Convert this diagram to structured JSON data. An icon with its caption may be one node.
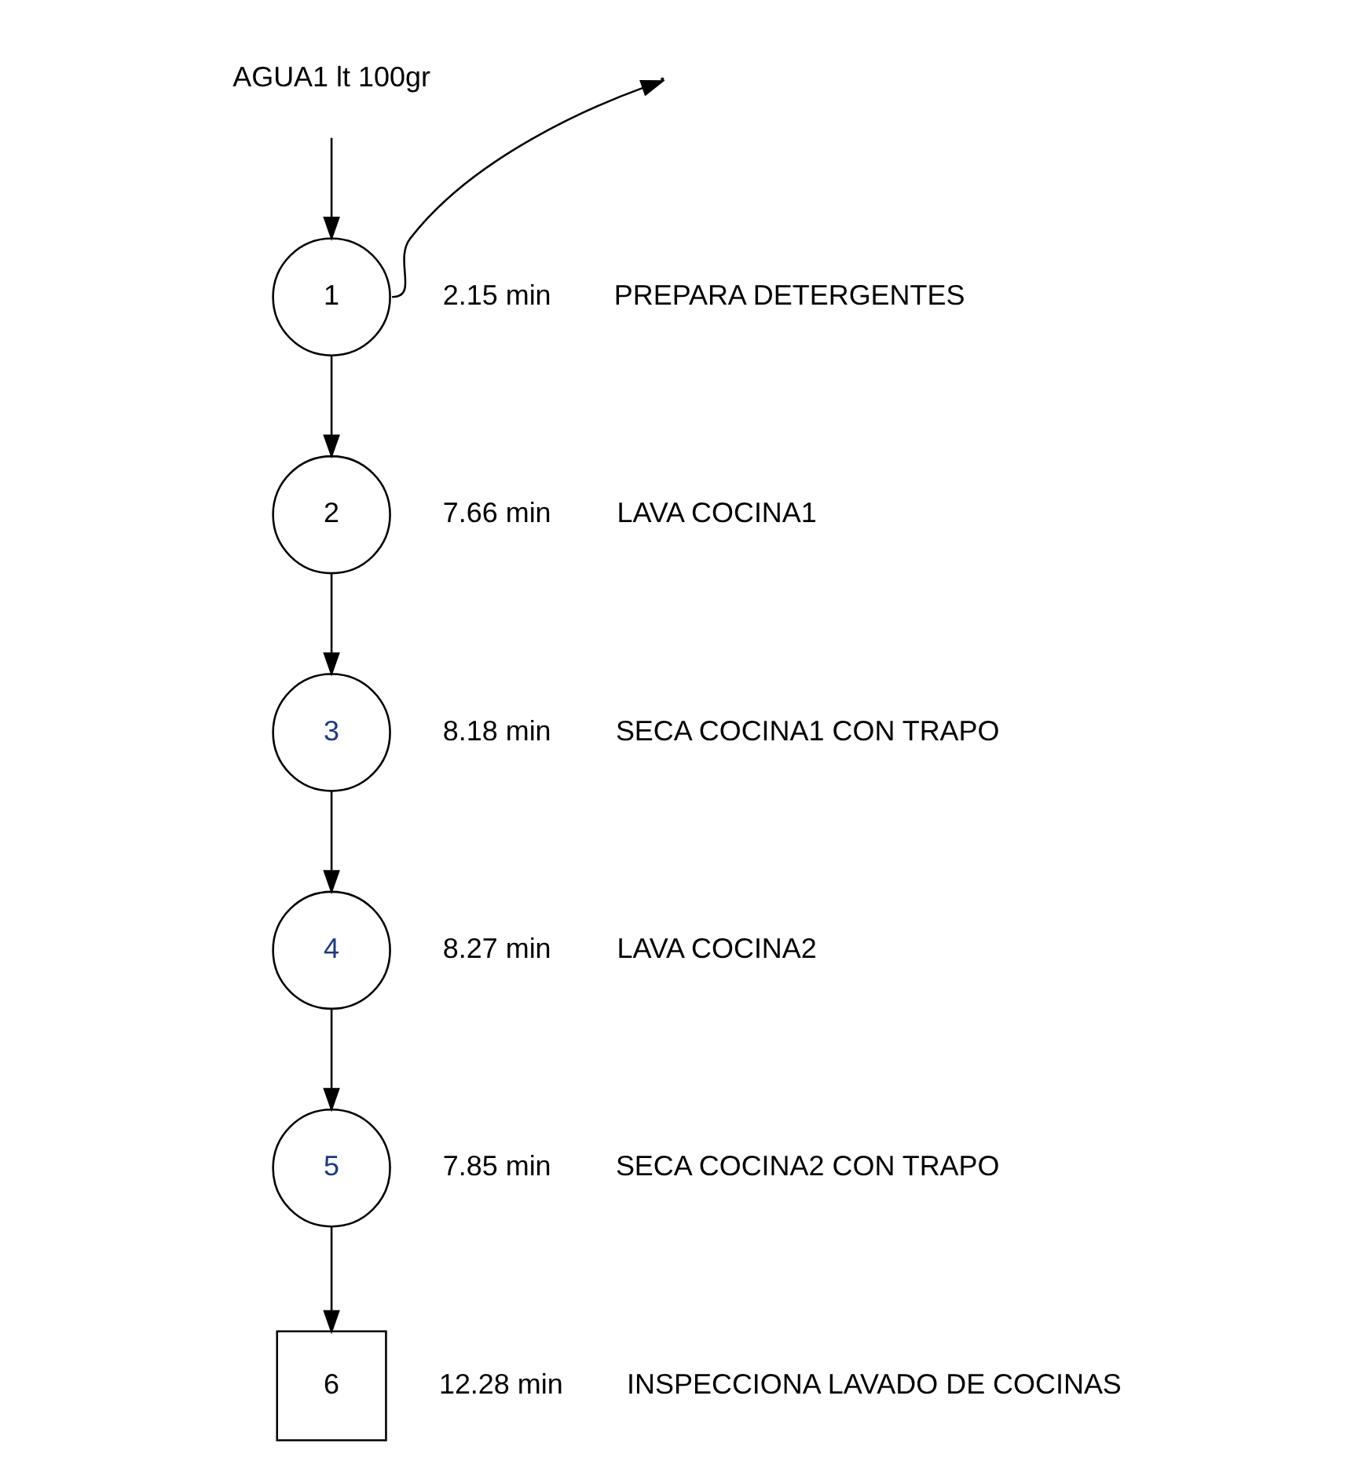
{
  "diagram": {
    "nodes": [
      {
        "text": [
          "AGUA1 lt 100gr"
        ]
      },
      {
        "text": [
          "1"
        ],
        "beside": [
          "2.15 min",
          "PREPARA DETERGENTES"
        ]
      },
      {
        "text": [
          "2"
        ],
        "beside": [
          "7.66 min",
          "LAVA COCINA1"
        ]
      },
      {
        "text": [
          "3"
        ],
        "beside": [
          "8.18 min",
          "SECA COCINA1 CON TRAPO"
        ]
      },
      {
        "text": [
          "4"
        ],
        "beside": [
          "8.27 min",
          "LAVA COCINA2"
        ]
      },
      {
        "text": [
          "5"
        ],
        "beside": [
          "7.85 min",
          "SECA COCINA2 CON TRAPO"
        ]
      },
      {
        "text": [
          "6"
        ],
        "beside": [
          "12.28 min",
          "INSPECCIONA LAVADO DE COCINAS"
        ]
      }
    ],
    "edges": [
      {
        "from": 0,
        "to": 1,
        "arrow": "to"
      },
      {
        "from": 1,
        "to": null,
        "arrow": "to"
      },
      {
        "from": 1,
        "to": 2,
        "arrow": "to"
      },
      {
        "from": 2,
        "to": 3,
        "arrow": "to"
      },
      {
        "from": 3,
        "to": 4,
        "arrow": "to"
      },
      {
        "from": 4,
        "to": 5,
        "arrow": "to"
      },
      {
        "from": 5,
        "to": 6,
        "arrow": "to"
      }
    ]
  }
}
